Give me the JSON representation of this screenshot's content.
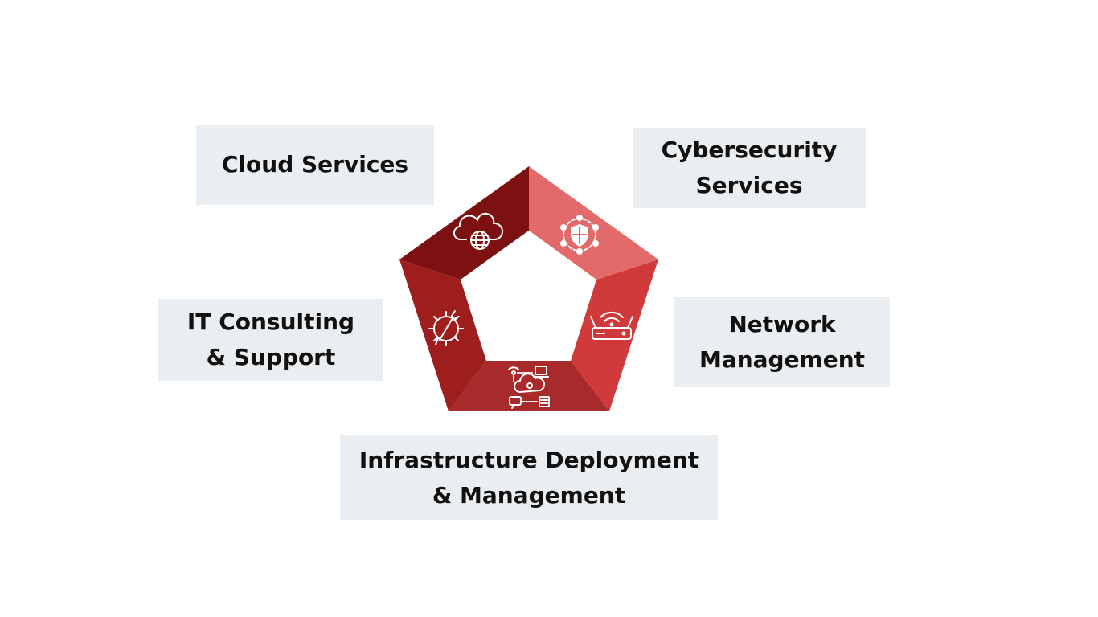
{
  "diagram": {
    "segments": [
      {
        "id": "cloud",
        "line1": "Cloud Services",
        "line2": "",
        "icon": "cloud-globe-icon",
        "color": "#7d1010"
      },
      {
        "id": "cyber",
        "line1": "Cybersecurity",
        "line2": "Services",
        "icon": "shield-network-icon",
        "color": "#e26a6a"
      },
      {
        "id": "network",
        "line1": "Network",
        "line2": "Management",
        "icon": "router-wifi-icon",
        "color": "#d13a3a"
      },
      {
        "id": "infra",
        "line1": "Infrastructure Deployment",
        "line2": "& Management",
        "icon": "cloud-infrastructure-icon",
        "color": "#a82a2a"
      },
      {
        "id": "it",
        "line1": "IT Consulting",
        "line2": "& Support",
        "icon": "gear-wrench-icon",
        "color": "#9e1e1e"
      }
    ]
  }
}
